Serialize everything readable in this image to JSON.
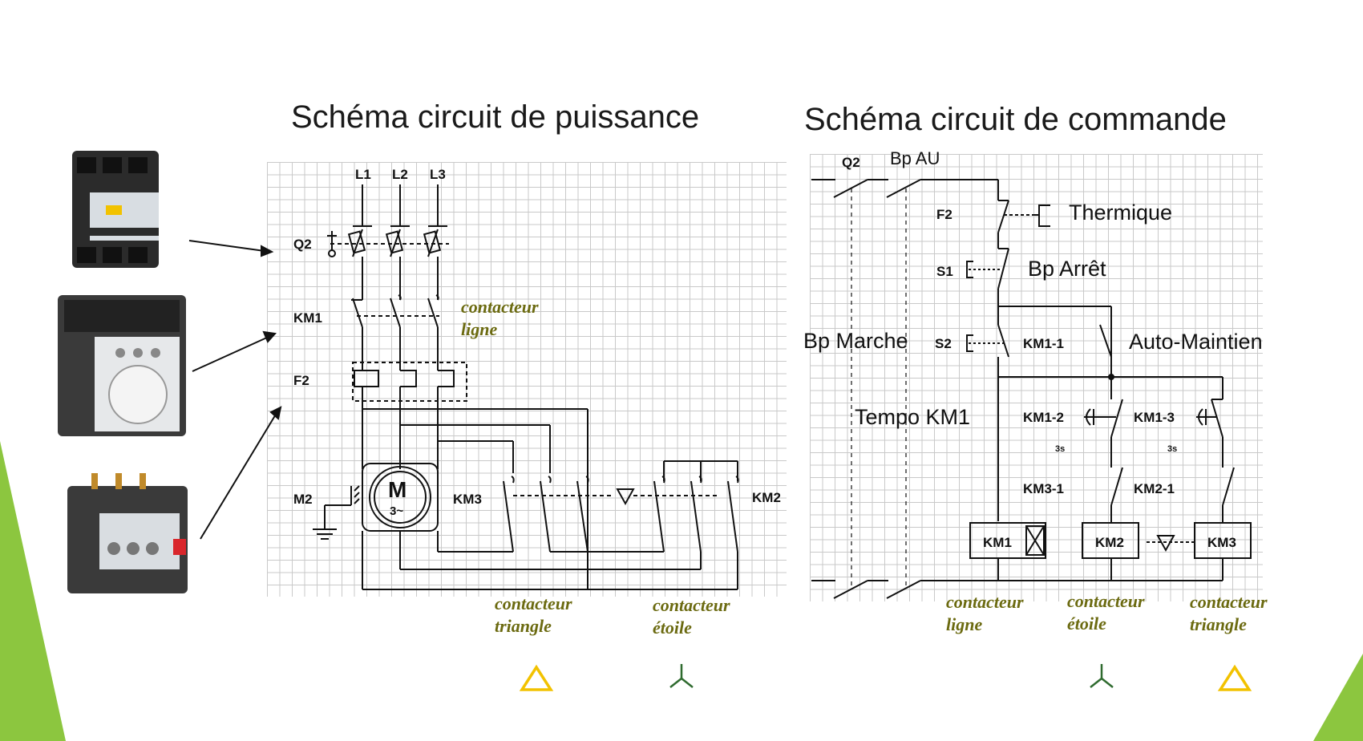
{
  "titles": {
    "power": "Schéma circuit de puissance",
    "control": "Schéma circuit de commande"
  },
  "power_circuit": {
    "phases": [
      "L1",
      "L2",
      "L3"
    ],
    "rows": [
      "Q2",
      "KM1",
      "F2",
      "M2"
    ],
    "motor": {
      "letter": "M",
      "sub": "3~"
    },
    "km3": "KM3",
    "km2": "KM2",
    "notes": {
      "line_1": "contacteur",
      "line_2": "ligne",
      "tri_1": "contacteur",
      "tri_2": "triangle",
      "star_1": "contacteur",
      "star_2": "étoile"
    }
  },
  "control_circuit": {
    "top": {
      "q2": "Q2",
      "bp_au": "Bp AU"
    },
    "f2": "F2",
    "thermique": "Thermique",
    "s1": "S1",
    "bp_arret": "Bp Arrêt",
    "bp_marche": "Bp Marche",
    "s2": "S2",
    "km1_1": "KM1-1",
    "auto_maintien": "Auto-Maintien",
    "tempo": "Tempo KM1",
    "km1_2": "KM1-2",
    "km1_3": "KM1-3",
    "delay_1": "3s",
    "delay_2": "3s",
    "km3_1": "KM3-1",
    "km2_1": "KM2-1",
    "coils": [
      "KM1",
      "KM2",
      "KM3"
    ],
    "notes": {
      "line_1": "contacteur",
      "line_2": "ligne",
      "star_1": "contacteur",
      "star_2": "étoile",
      "tri_1": "contacteur",
      "tri_2": "triangle"
    }
  },
  "colors": {
    "accent_green": "#8cc63f",
    "note_olive": "#6b6a10",
    "triangle_yellow": "#f2c200"
  },
  "icons": [
    "triangle-symbol-icon",
    "star-symbol-icon",
    "triangle-symbol-icon",
    "star-symbol-icon"
  ]
}
